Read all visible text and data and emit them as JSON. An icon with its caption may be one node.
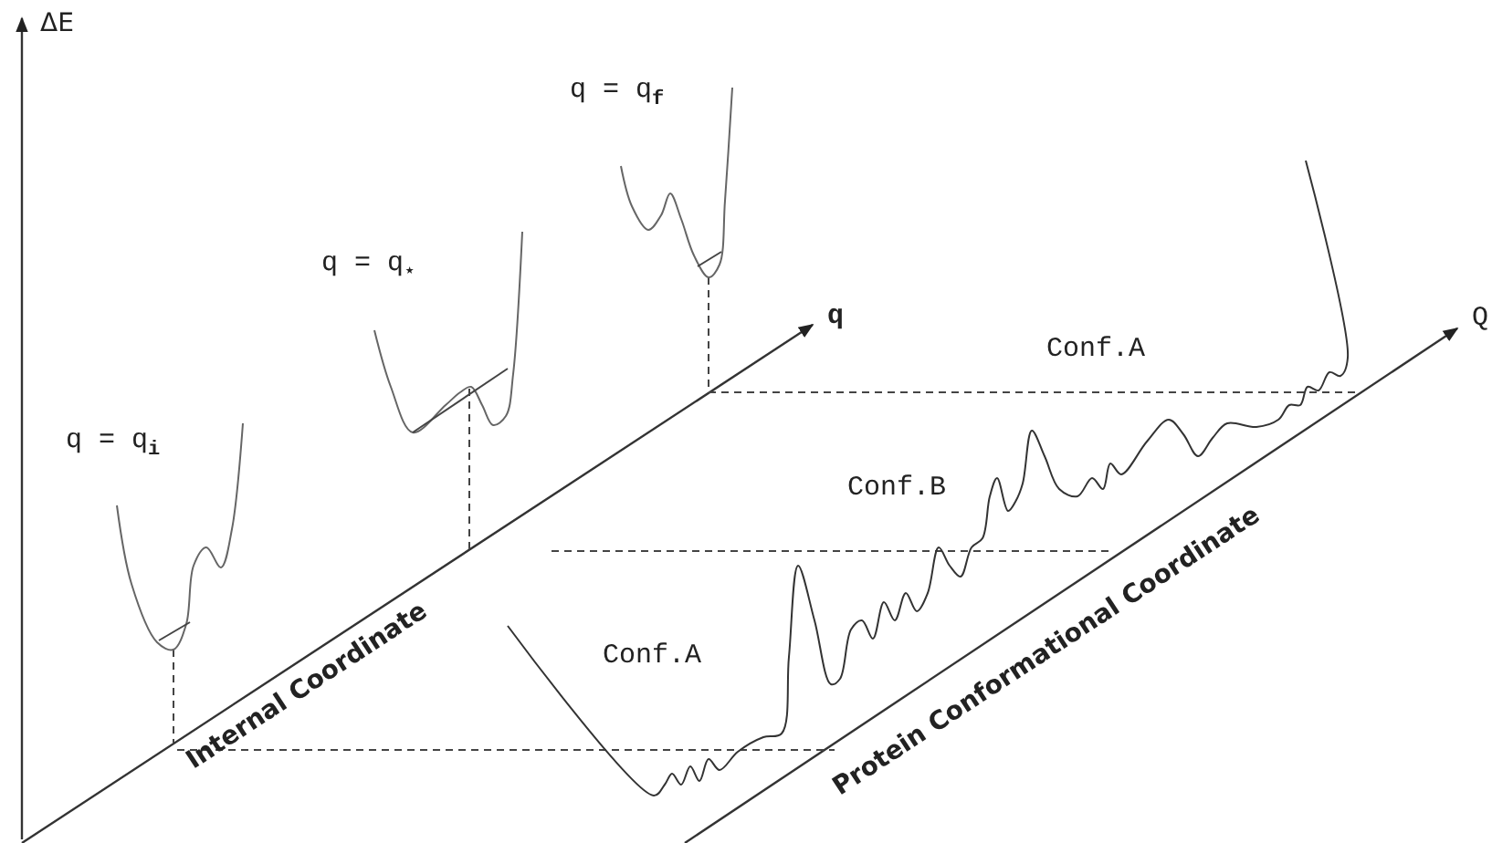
{
  "diagram": {
    "labels": [
      "ΔE",
      "q = q$_{f}$",
      "q = q$_{⋆}$",
      "q",
      "Q",
      "Conf.A",
      "q = q$_{i}$",
      "Conf.B",
      "Conf.A",
      "Internal Coordinate",
      "Protein Conformational Coordinate"
    ]
  }
}
